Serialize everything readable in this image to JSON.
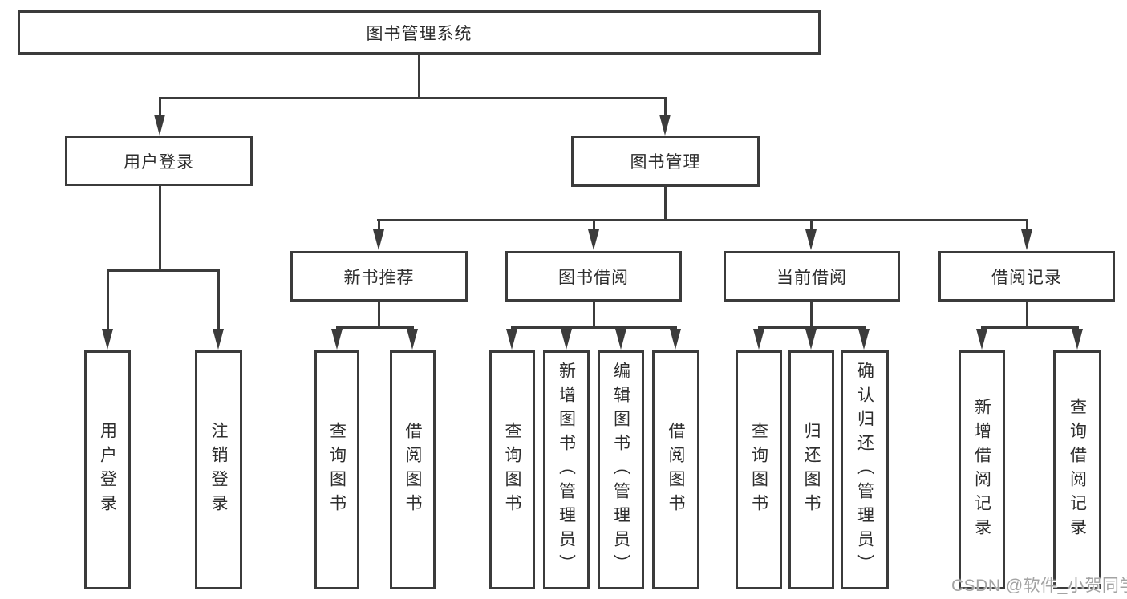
{
  "diagram": {
    "title_node": "图书管理系统",
    "nodes": {
      "system": "图书管理系统",
      "user_login": "用户登录",
      "book_mgmt": "图书管理",
      "new_book_rec": "新书推荐",
      "book_borrow": "图书借阅",
      "current_borrow": "当前借阅",
      "borrow_record": "借阅记录",
      "ul_user_login": "用户登录",
      "ul_logout": "注销登录",
      "nbr_query_books": "查询图书",
      "nbr_borrow_books": "借阅图书",
      "bb_query_books": "查询图书",
      "bb_add_books": "新增图书（管理员）",
      "bb_edit_books": "编辑图书（管理员）",
      "bb_borrow_books": "借阅图书",
      "cb_query_books": "查询图书",
      "cb_return_books": "归还图书",
      "cb_confirm_return": "确认归还（管理员）",
      "br_add_record": "新增借阅记录",
      "br_query_record": "查询借阅记录"
    },
    "line_color": "#3b3b3b",
    "background": "#ffffff"
  },
  "watermark": "CSDN @软件_小贺同学"
}
